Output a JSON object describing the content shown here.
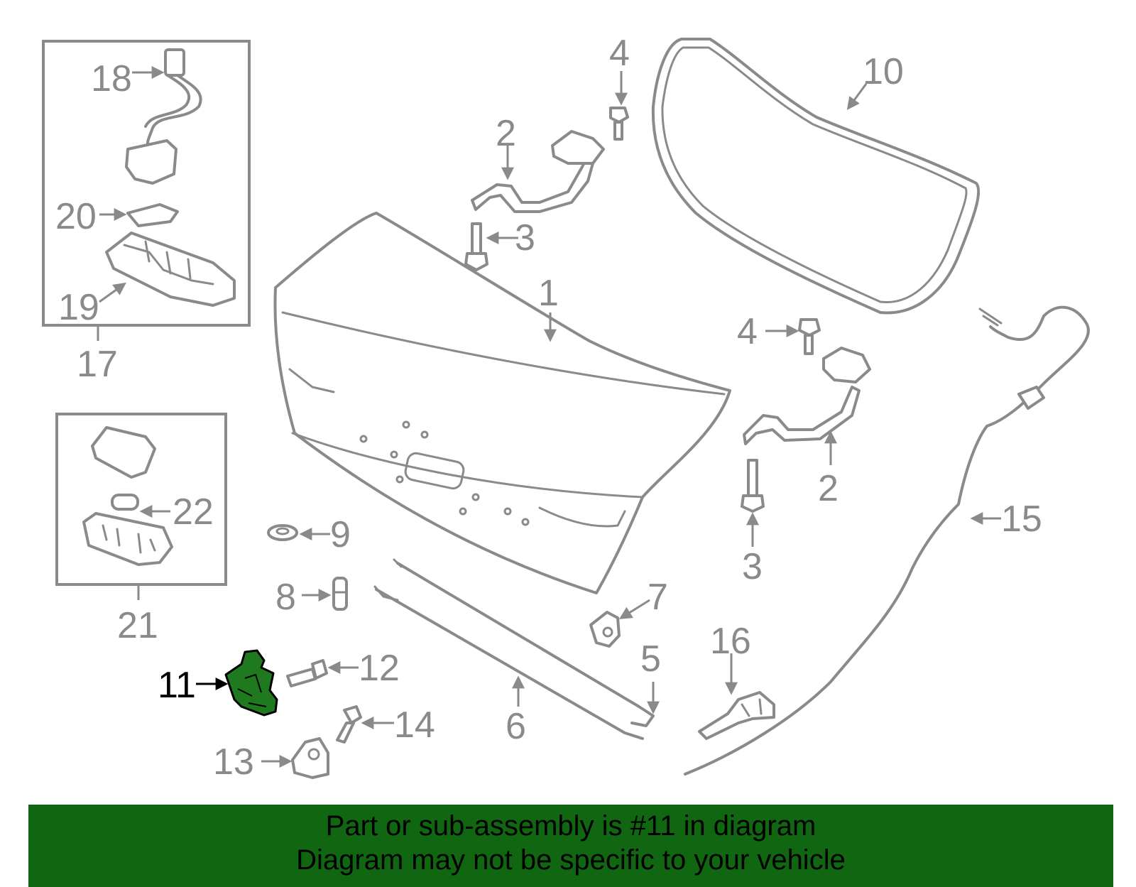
{
  "callouts": {
    "c1": "1",
    "c2a": "2",
    "c2b": "2",
    "c3a": "3",
    "c3b": "3",
    "c4a": "4",
    "c4b": "4",
    "c5": "5",
    "c6": "6",
    "c7": "7",
    "c8": "8",
    "c9": "9",
    "c10": "10",
    "c11": "11",
    "c12": "12",
    "c13": "13",
    "c14": "14",
    "c15": "15",
    "c16": "16",
    "c17": "17",
    "c18": "18",
    "c19": "19",
    "c20": "20",
    "c21": "21",
    "c22": "22"
  },
  "highlighted_part": "11",
  "colors": {
    "line": "#8a8a8a",
    "highlight": "#1f7a1f",
    "banner": "#116611"
  },
  "banner": {
    "line1": "Part or sub-assembly is #11 in diagram",
    "line2": "Diagram may not be specific to your vehicle"
  }
}
